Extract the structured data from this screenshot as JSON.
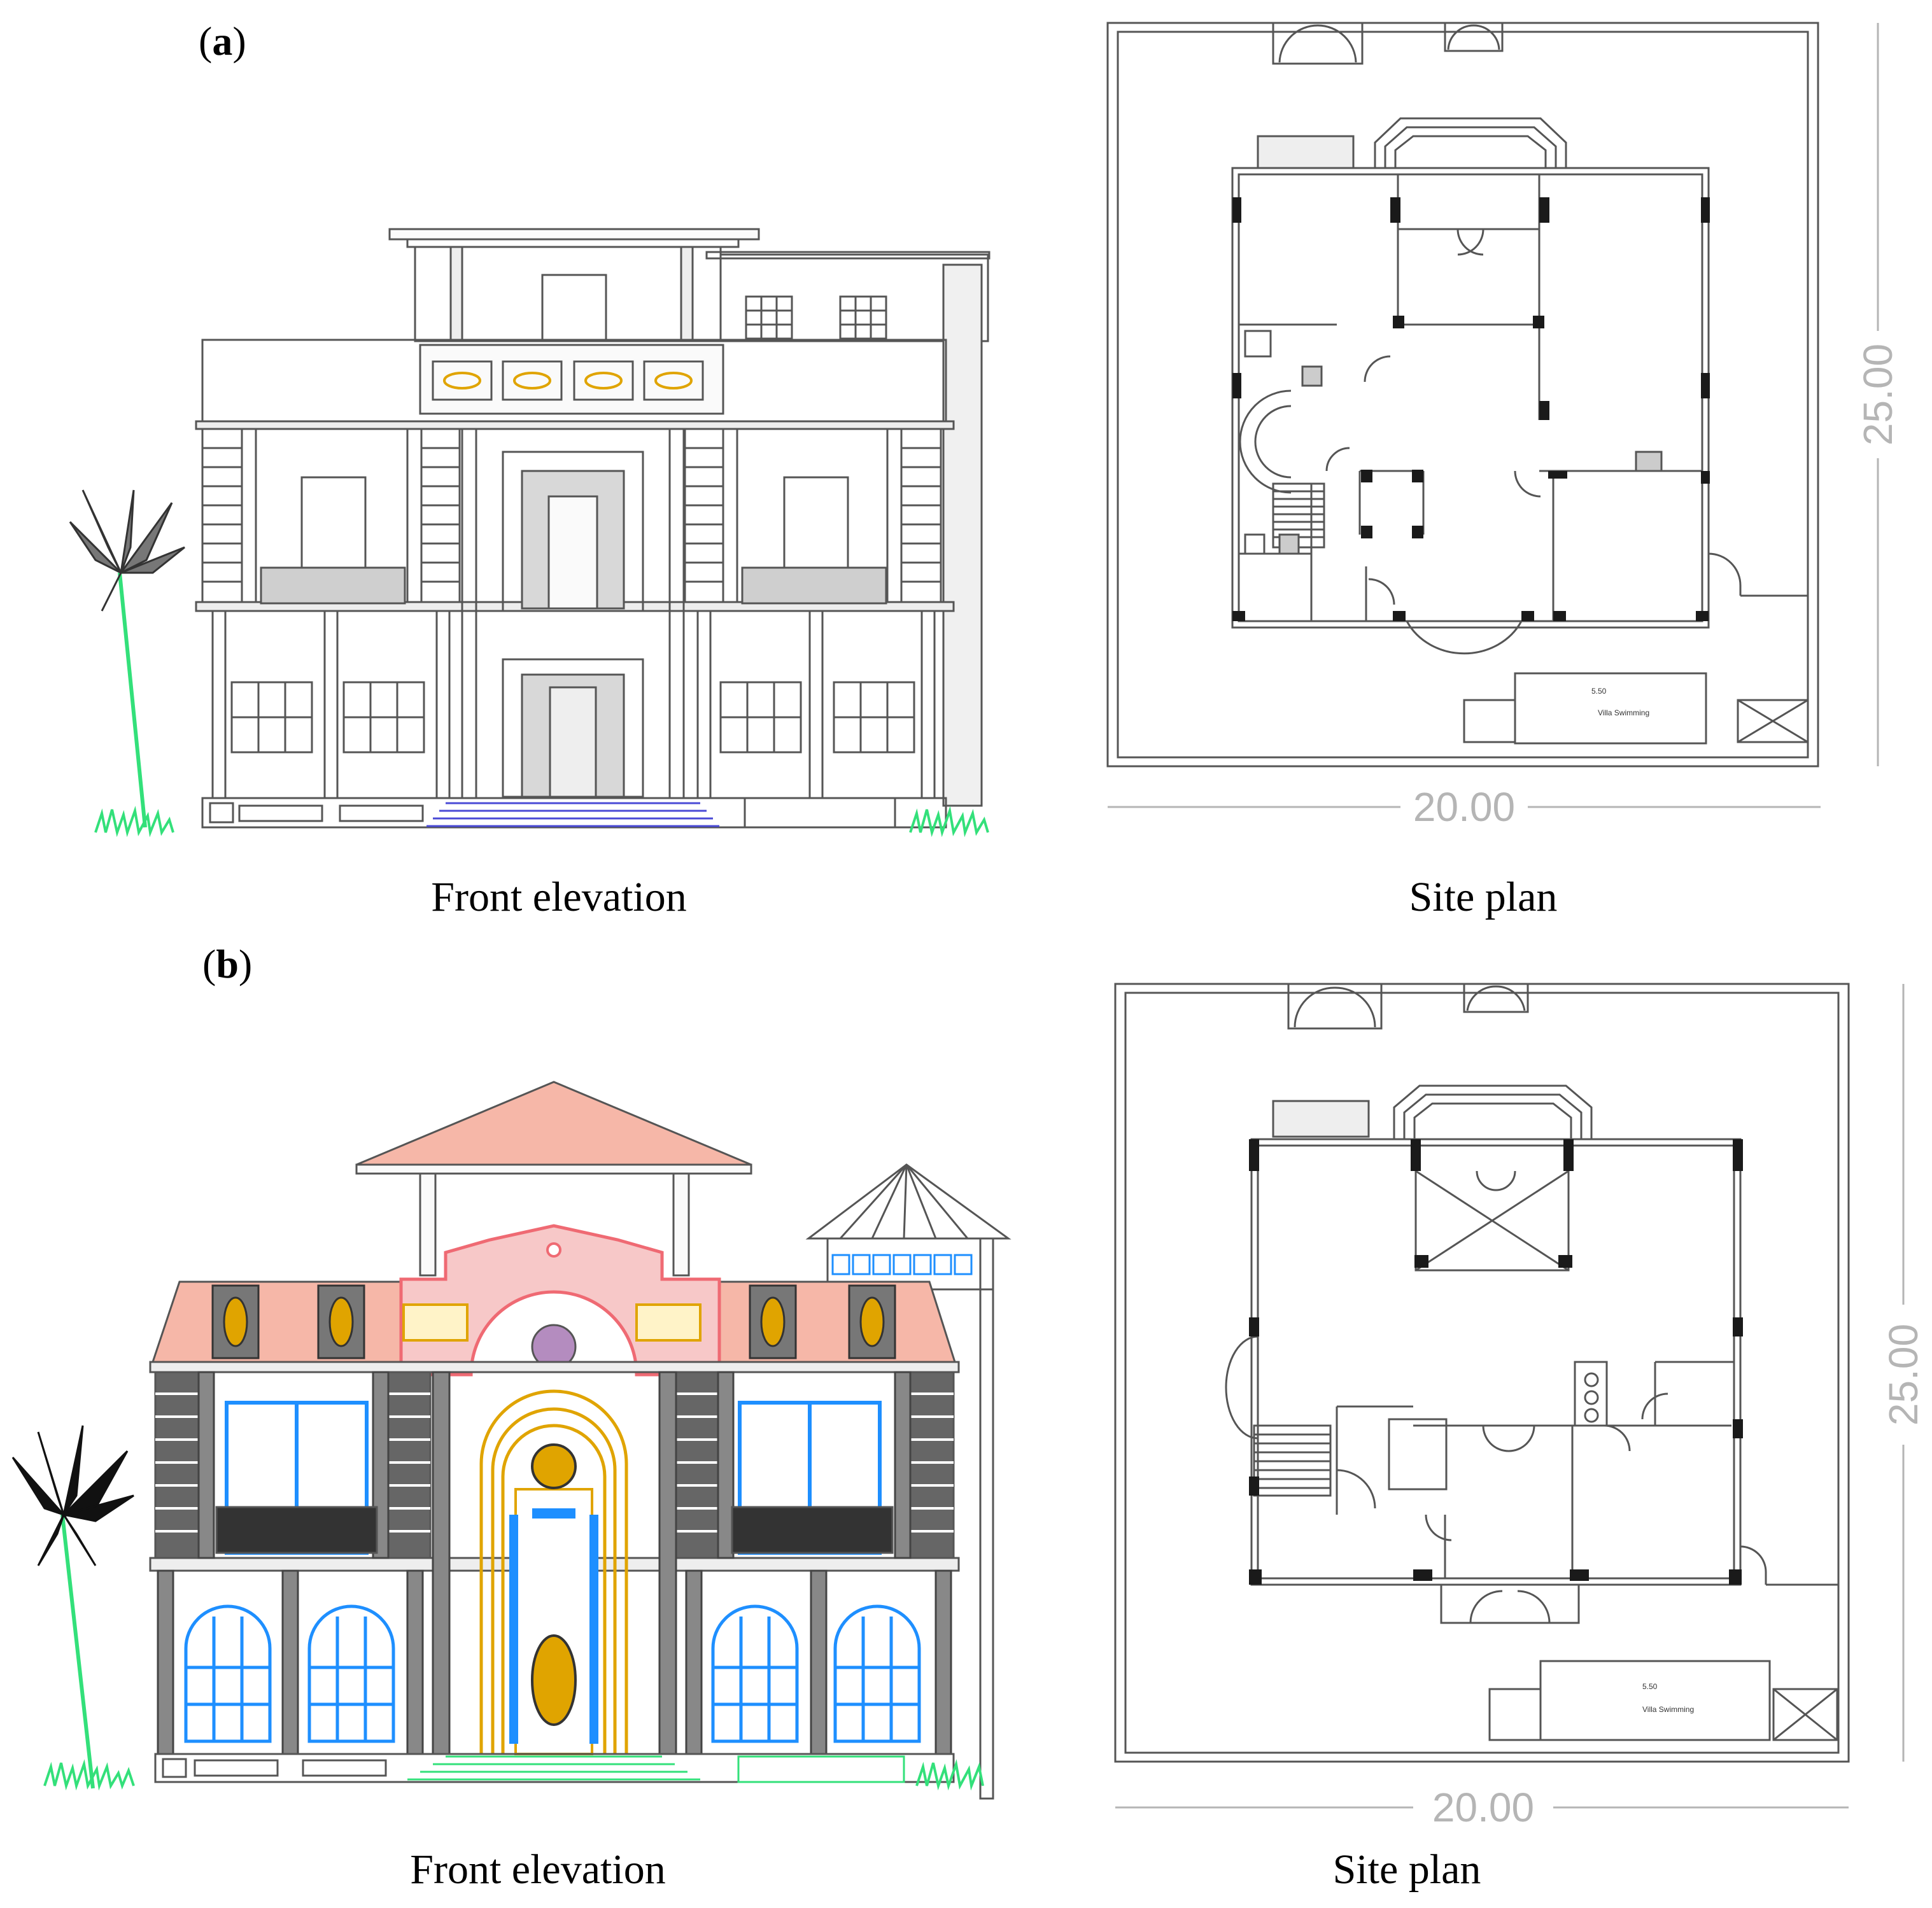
{
  "panels": [
    {
      "label_open": "(",
      "label_letter": "a",
      "label_close": ")",
      "elevation_caption": "Front elevation",
      "plan_caption": "Site plan",
      "plan_width_label": "20.00",
      "plan_height_label": "25.00",
      "pool_text_1": "5.50",
      "pool_text_2": "Villa Swimming"
    },
    {
      "label_open": "(",
      "label_letter": "b",
      "label_close": ")",
      "elevation_caption": "Front elevation",
      "plan_caption": "Site plan",
      "plan_width_label": "20.00",
      "plan_height_label": "25.00",
      "pool_text_1": "5.50",
      "pool_text_2": "Villa Swimming"
    }
  ],
  "colors": {
    "line": "#555555",
    "wall": "#222222",
    "column": "#1a1a1a",
    "ornament": "#e0a400",
    "grass": "#33e07a",
    "blue": "#1e8fff",
    "roof_tile": "#f6b7a8",
    "pink": "#ef6a73",
    "dim": "#b5b5b5"
  }
}
